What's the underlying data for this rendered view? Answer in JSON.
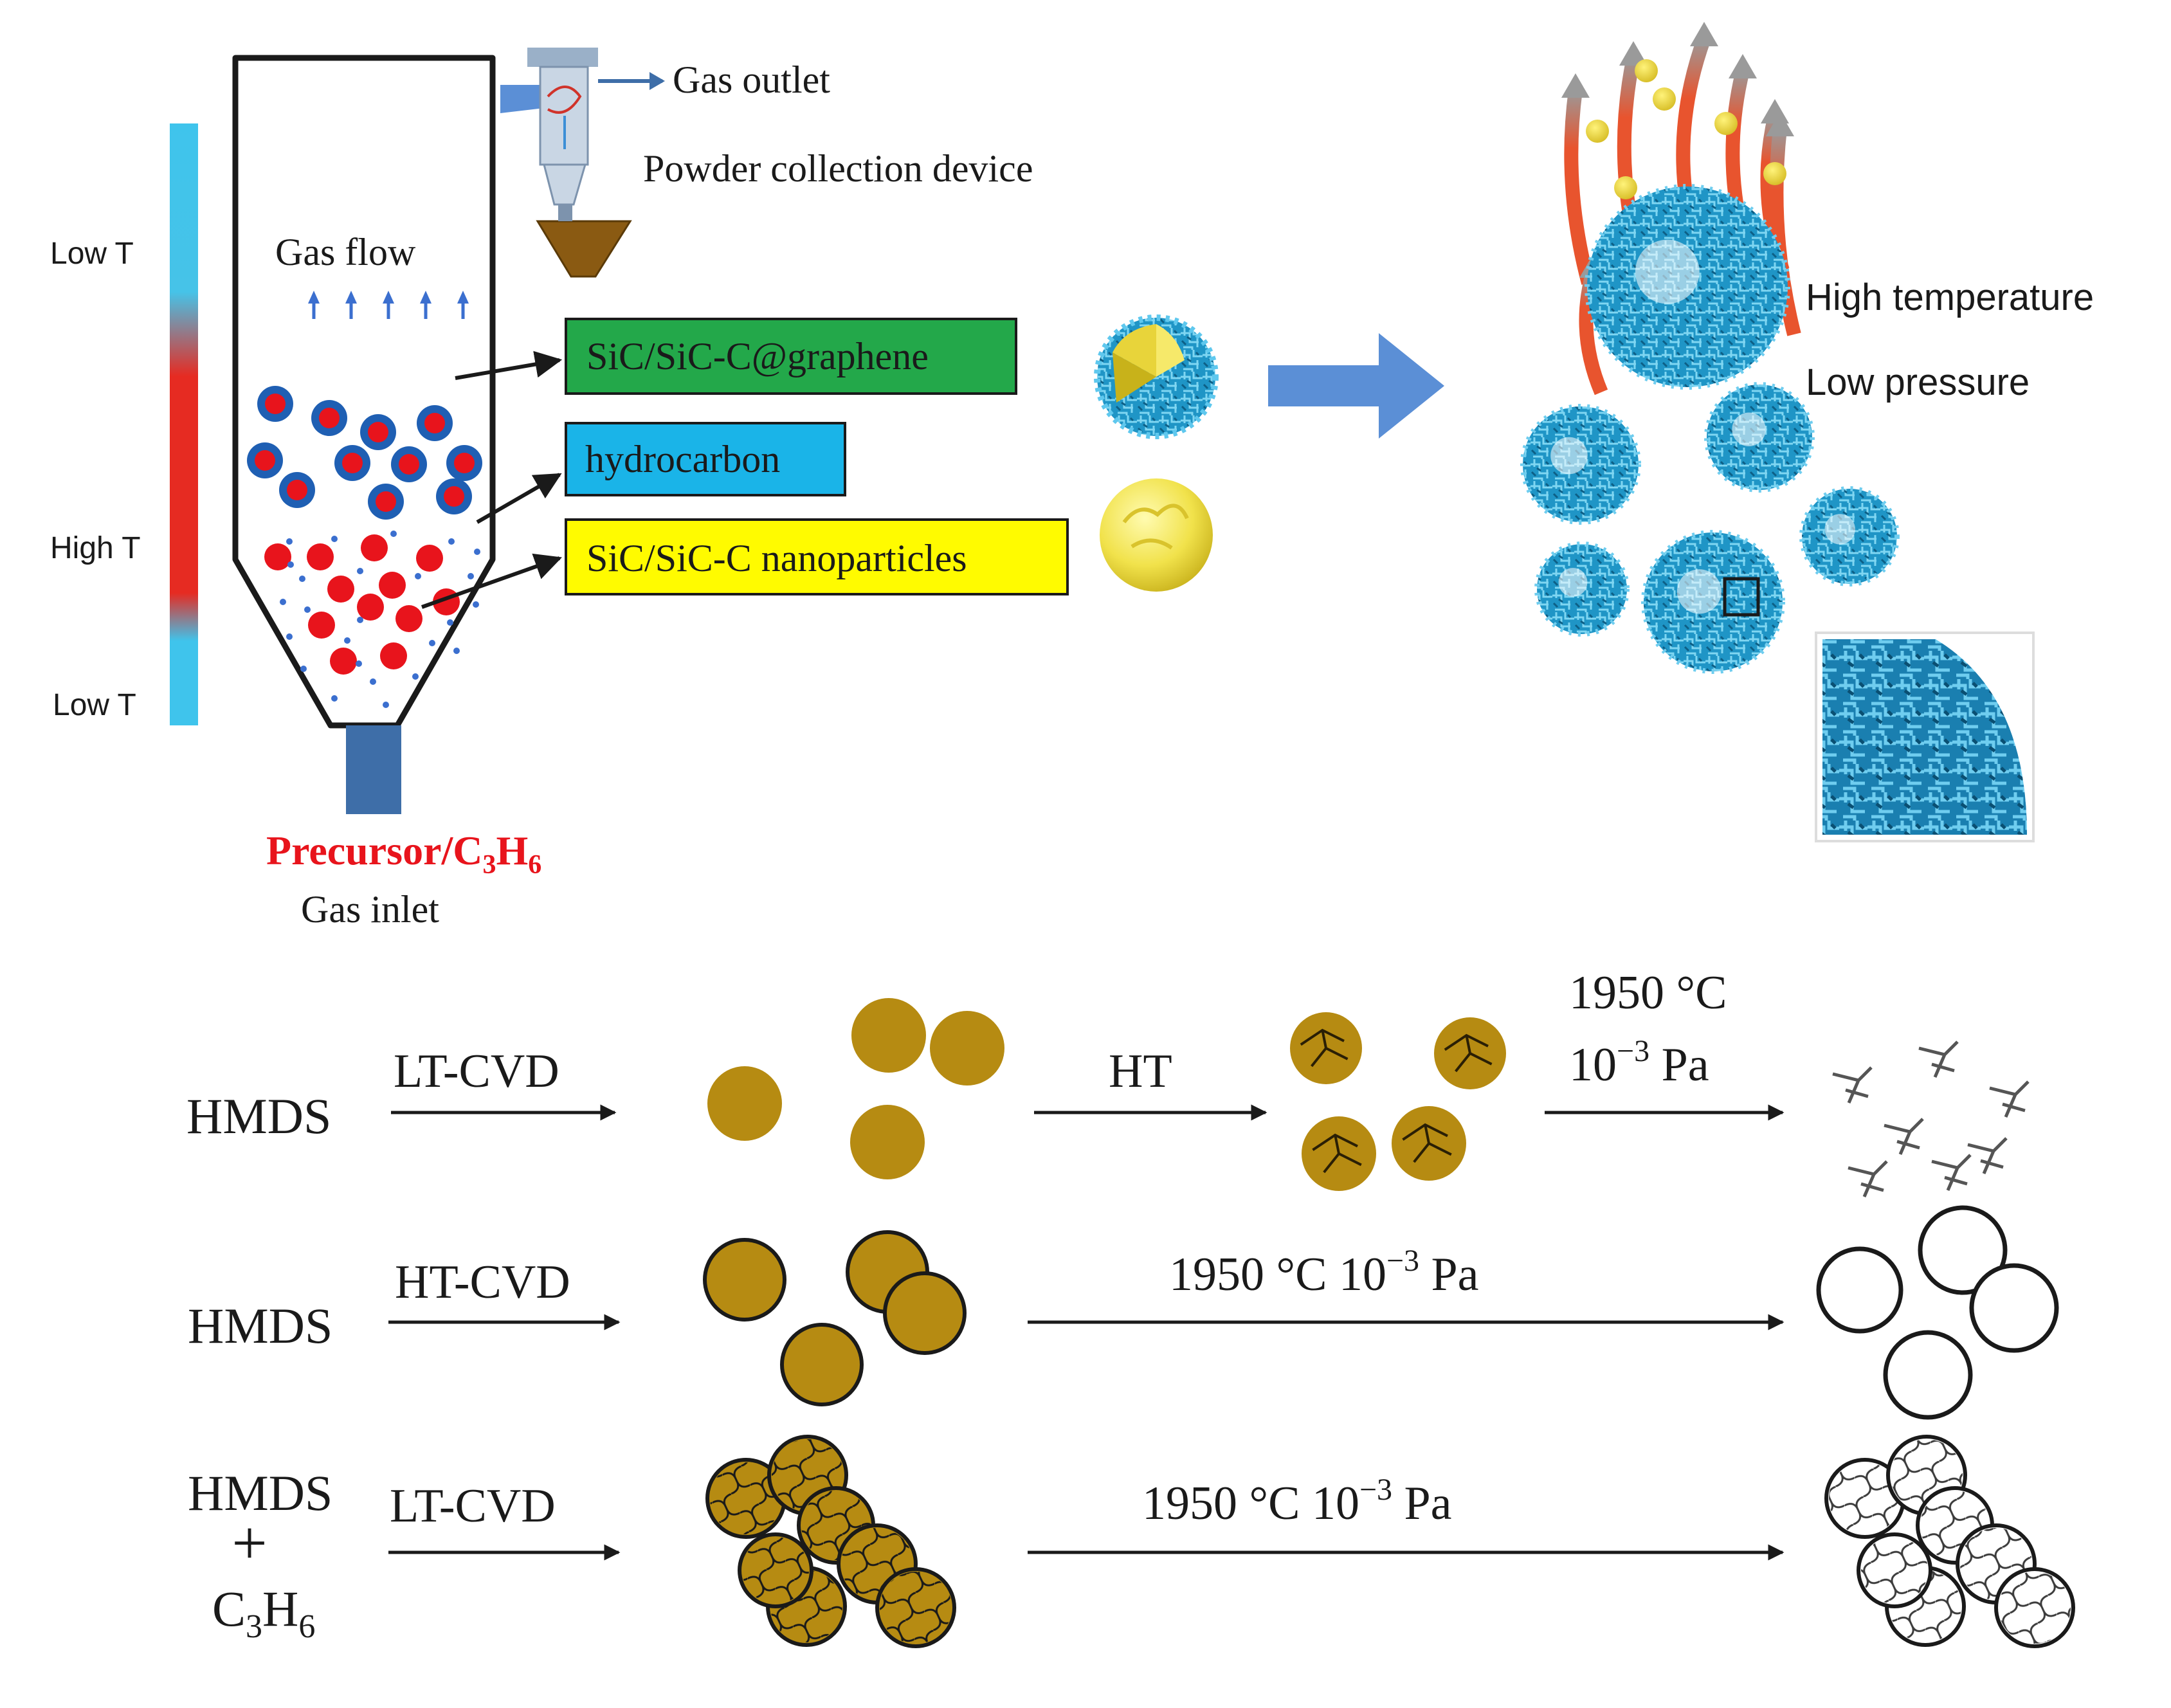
{
  "colors": {
    "reactor_outline": "#1a1a1a",
    "temp_low": "#3fc4ec",
    "temp_high": "#e62b22",
    "particle_red": "#e8141c",
    "particle_blue": "#1f5fb3",
    "dot_blue": "#3b6fcf",
    "inlet_blue": "#3e6ea8",
    "label_green": "#23a84a",
    "label_cyan": "#1ab4e8",
    "label_yellow": "#fffb00",
    "big_arrow": "#5b8fd6",
    "bronze": "#b68b12",
    "bronze_dark": "#2a1f05",
    "graphene_blue": "#1f95c6",
    "graphene_yellow": "#f2e24a",
    "heat_arrow": "#e8542e"
  },
  "reactor": {
    "temp_labels": [
      "Low T",
      "High T",
      "Low T"
    ],
    "gas_flow": "Gas flow",
    "gas_outlet": "Gas outlet",
    "powder_device": "Powder collection device",
    "precursor": "Precursor/C",
    "precursor_sub1": "3",
    "precursor_mid": "H",
    "precursor_sub2": "6",
    "gas_inlet": "Gas inlet"
  },
  "labels": {
    "graphene": "SiC/SiC-C@graphene",
    "hydrocarbon": "hydrocarbon",
    "nanoparticles": "SiC/SiC-C nanoparticles"
  },
  "conditions": {
    "high_temp": "High temperature",
    "low_pressure": "Low pressure"
  },
  "scheme": {
    "row1": {
      "reactant": "HMDS",
      "method": "LT-CVD",
      "step2": "HT",
      "cond_line1": "1950 °C",
      "cond_line2": "10",
      "cond_exp": "−3",
      "cond_unit": " Pa"
    },
    "row2": {
      "reactant": "HMDS",
      "method": "HT-CVD",
      "cond": "1950 °C 10",
      "cond_exp": "−3",
      "cond_unit": " Pa"
    },
    "row3": {
      "reactant": "HMDS",
      "plus": "+",
      "reactant2": "C",
      "reactant2_sub1": "3",
      "reactant2_mid": "H",
      "reactant2_sub2": "6",
      "method": "LT-CVD",
      "cond": "1950 °C 10",
      "cond_exp": "−3",
      "cond_unit": " Pa"
    }
  }
}
